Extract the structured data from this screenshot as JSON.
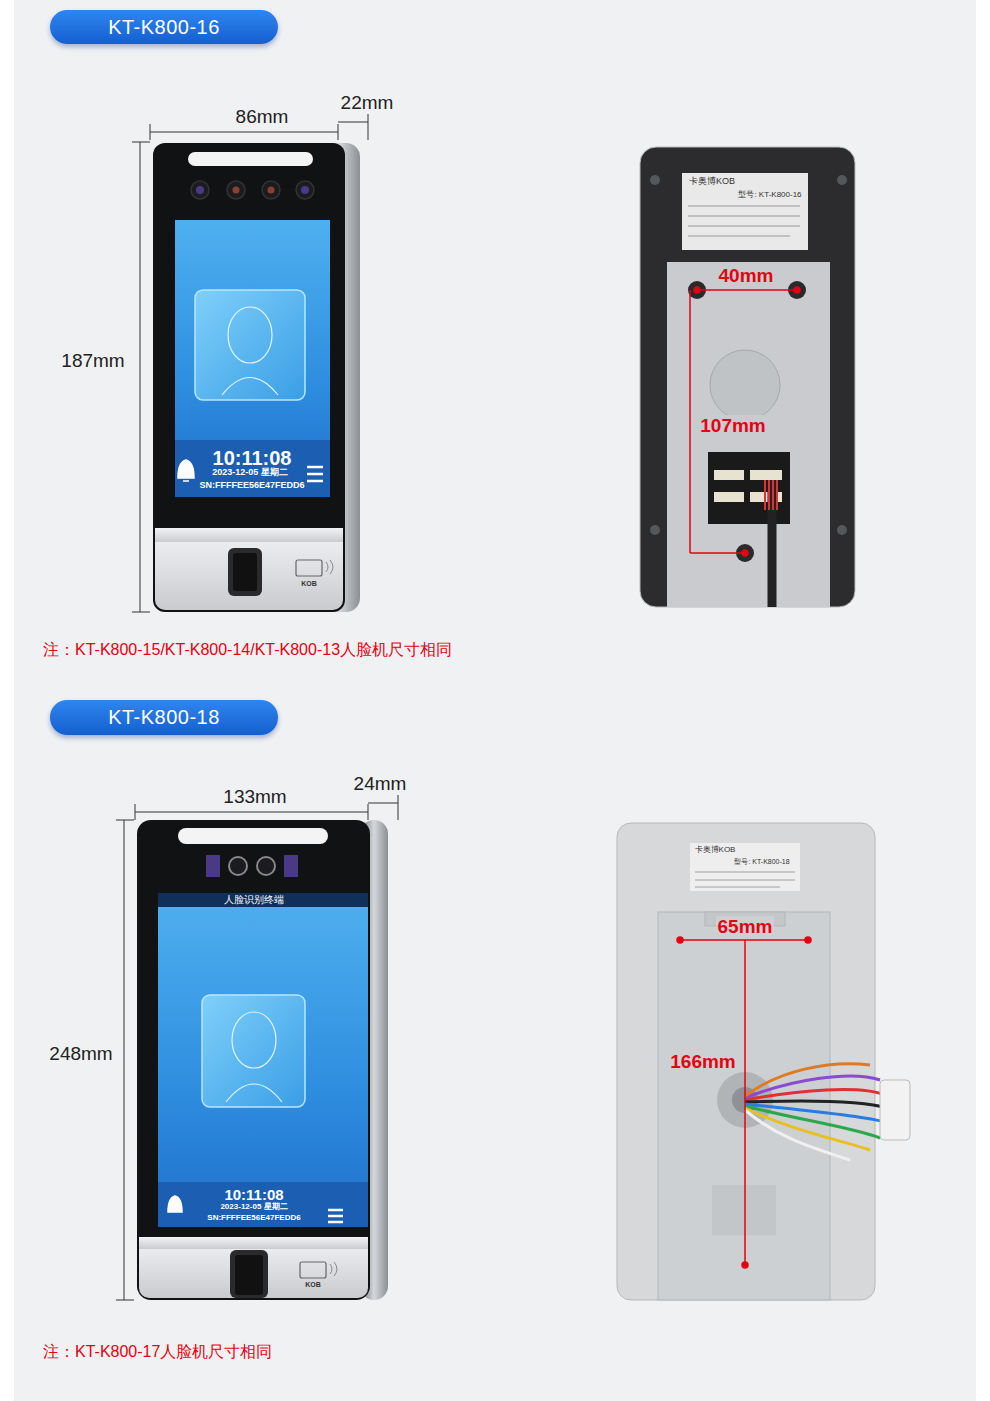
{
  "diagram": {
    "nodes": [
      {
        "text": [
          "KT-K800-16"
        ]
      },
      {
        "text": [
          "KT-K800-18"
        ]
      }
    ],
    "labels": [
      "86mm",
      "22mm",
      "187mm",
      "10:11:08",
      "2023-12-05 星期二",
      "SN:FFFFEE56E47FEDD6",
      "KOB",
      "卡奥博KOB",
      "型号: KT-K800-16",
      "40mm",
      "107mm",
      "注：KT-K800-15/KT-K800-14/KT-K800-13人脸机尺寸相同",
      "133mm",
      "24mm",
      "248mm",
      "人脸识别终端",
      "10:11:08",
      "2023-12-05 星期二",
      "SN:FFFFEE56E47FEDD6",
      "KOB",
      "卡奥博KOB",
      "型号: KT-K800-18",
      "65mm",
      "166mm",
      "注：KT-K800-17人脸机尺寸相同"
    ]
  }
}
